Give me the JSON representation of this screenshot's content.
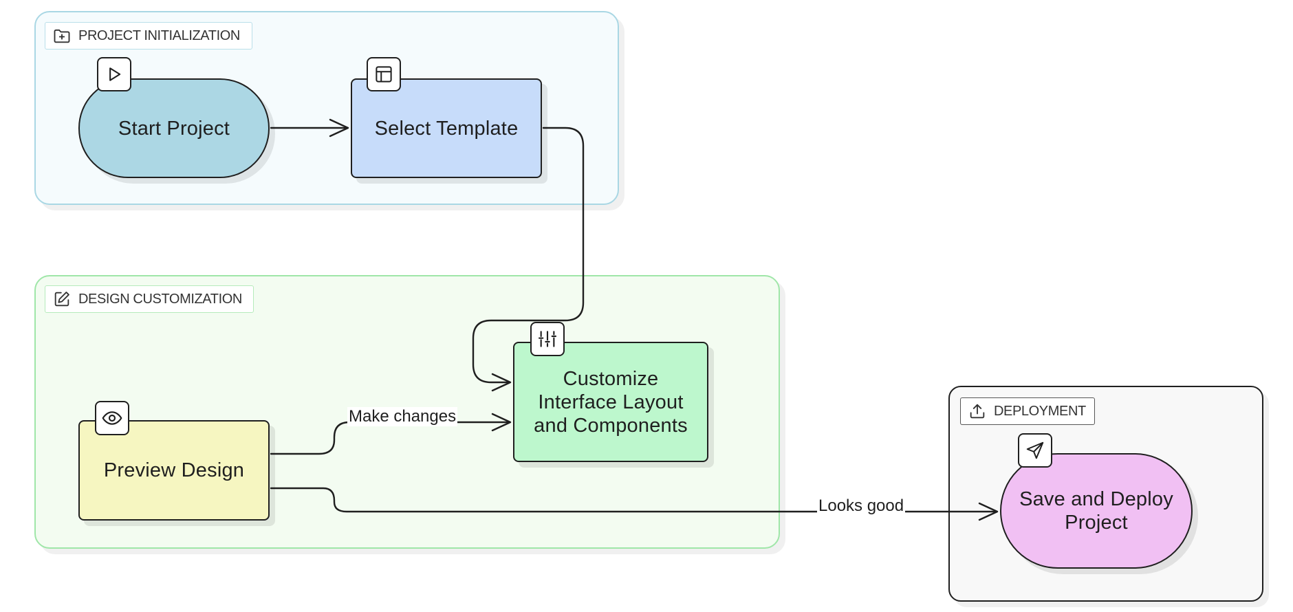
{
  "groups": {
    "init": {
      "label": "PROJECT INITIALIZATION",
      "icon": "folder-plus-icon"
    },
    "design": {
      "label": "DESIGN CUSTOMIZATION",
      "icon": "edit-icon"
    },
    "deploy": {
      "label": "DEPLOYMENT",
      "icon": "upload-icon"
    }
  },
  "nodes": {
    "start": {
      "label": "Start Project",
      "icon": "play-icon"
    },
    "tmpl": {
      "label": "Select Template",
      "icon": "layout-icon"
    },
    "cust": {
      "label": "Customize Interface Layout and Components",
      "icon": "sliders-icon"
    },
    "prev": {
      "label": "Preview Design",
      "icon": "eye-icon"
    },
    "deploy": {
      "label": "Save and Deploy Project",
      "icon": "send-icon"
    }
  },
  "edges": {
    "make_changes": "Make changes",
    "looks_good": "Looks good"
  },
  "colors": {
    "start": "#acd7e4",
    "template": "#c7dcfa",
    "customize": "#bdf7cd",
    "preview": "#f6f6c1",
    "deploy": "#f1c0f3",
    "stroke": "#1f1f1f"
  }
}
